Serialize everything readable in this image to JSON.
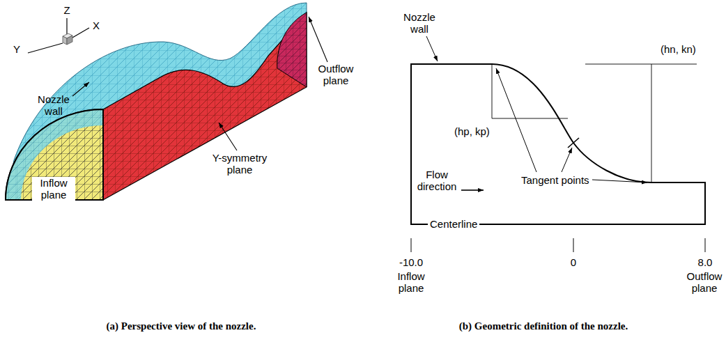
{
  "diagram": {
    "labels": [
      "Z",
      "Y",
      "X",
      "Nozzle wall",
      "Inflow plane",
      "Y-symmetry plane",
      "Outflow plane",
      "(a) Perspective view of the nozzle.",
      "Nozzle wall",
      "(hn, kn)",
      "(hp, kp)",
      "Tangent points",
      "Flow direction",
      "Centerline",
      "-10.0",
      "0",
      "8.0",
      "Inflow plane",
      "Outflow plane",
      "(b) Geometric definition of the nozzle."
    ]
  }
}
